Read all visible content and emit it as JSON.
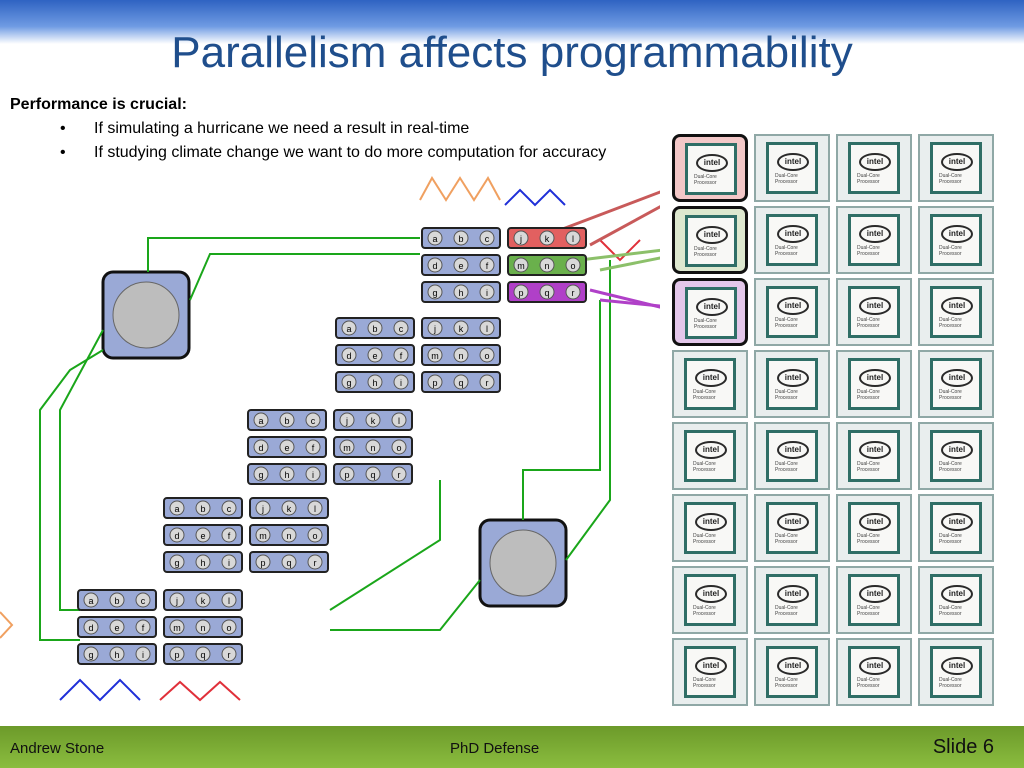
{
  "title": "Parallelism affects programmability",
  "content": {
    "heading": "Performance is crucial:",
    "bullets": [
      "If simulating a hurricane we need a result in real-time",
      "If studying climate change we want to do more computation for accuracy"
    ]
  },
  "diagram": {
    "row_letters": [
      [
        "a",
        "b",
        "c"
      ],
      [
        "d",
        "e",
        "f"
      ],
      [
        "g",
        "h",
        "i"
      ]
    ],
    "col_letters": [
      [
        "j",
        "k",
        "l"
      ],
      [
        "m",
        "n",
        "o"
      ],
      [
        "p",
        "q",
        "r"
      ]
    ]
  },
  "cpu": {
    "brand": "intel",
    "subtitle": "Dual-Core Processor"
  },
  "footer": {
    "author": "Andrew Stone",
    "event": "PhD Defense",
    "slide": "Slide 6"
  },
  "colors": {
    "title": "#1f4e8c",
    "wire": "#1aa61a",
    "red": "#d64545",
    "green": "#6ab04c",
    "purple": "#a020c0"
  }
}
